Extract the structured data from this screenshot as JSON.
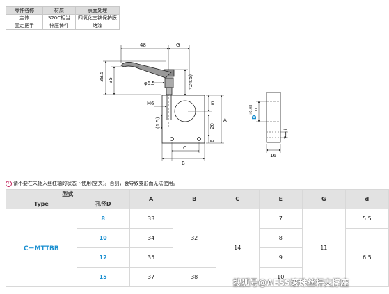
{
  "materials": {
    "headers": [
      "零件名称",
      "材质",
      "表面处理"
    ],
    "rows": [
      [
        "主体",
        "S20C相当",
        "四氧化三铁保护膜"
      ],
      [
        "固定把手",
        "锌压铸件",
        "烤漆"
      ]
    ]
  },
  "drawing": {
    "dim_48": "48",
    "dim_g": "G",
    "dim_38_5": "38.5",
    "dim_35": "35",
    "dim_24_5": "(24.5)",
    "dim_phi6_5": "φ6.5",
    "dim_m6": "M6",
    "dim_1_5": "(1.5)",
    "dim_e": "E",
    "dim_a": "A",
    "dim_20": "20",
    "dim_6": "6",
    "dim_c": "C",
    "dim_b": "B",
    "dim_d_tol": "D",
    "dim_tol": "+0.08",
    "dim_tol0": "0",
    "dim_2d": "2−d",
    "dim_16": "16"
  },
  "note": "请不要在未插入丝杠轴的状态下使用(空夹)。否则，会导致变形而无法使用。",
  "note_icon": "!",
  "spec": {
    "header_model": "型式",
    "header_type": "Type",
    "header_hole": "孔径D",
    "cols": [
      "A",
      "B",
      "C",
      "E",
      "G",
      "d"
    ],
    "type_value": "C－MTTBB",
    "rows": [
      {
        "hole": "8",
        "A": "33",
        "E": "7",
        "d": "5.5"
      },
      {
        "hole": "10",
        "A": "34",
        "E": "8"
      },
      {
        "hole": "12",
        "A": "35",
        "E": "9"
      },
      {
        "hole": "15",
        "A": "37",
        "B": "38",
        "E": "10"
      }
    ],
    "merged": {
      "B": "32",
      "C": "14",
      "G": "11",
      "d": "6.5"
    }
  },
  "watermark": "搜狐号@AESS滚珠丝杆支撑座"
}
